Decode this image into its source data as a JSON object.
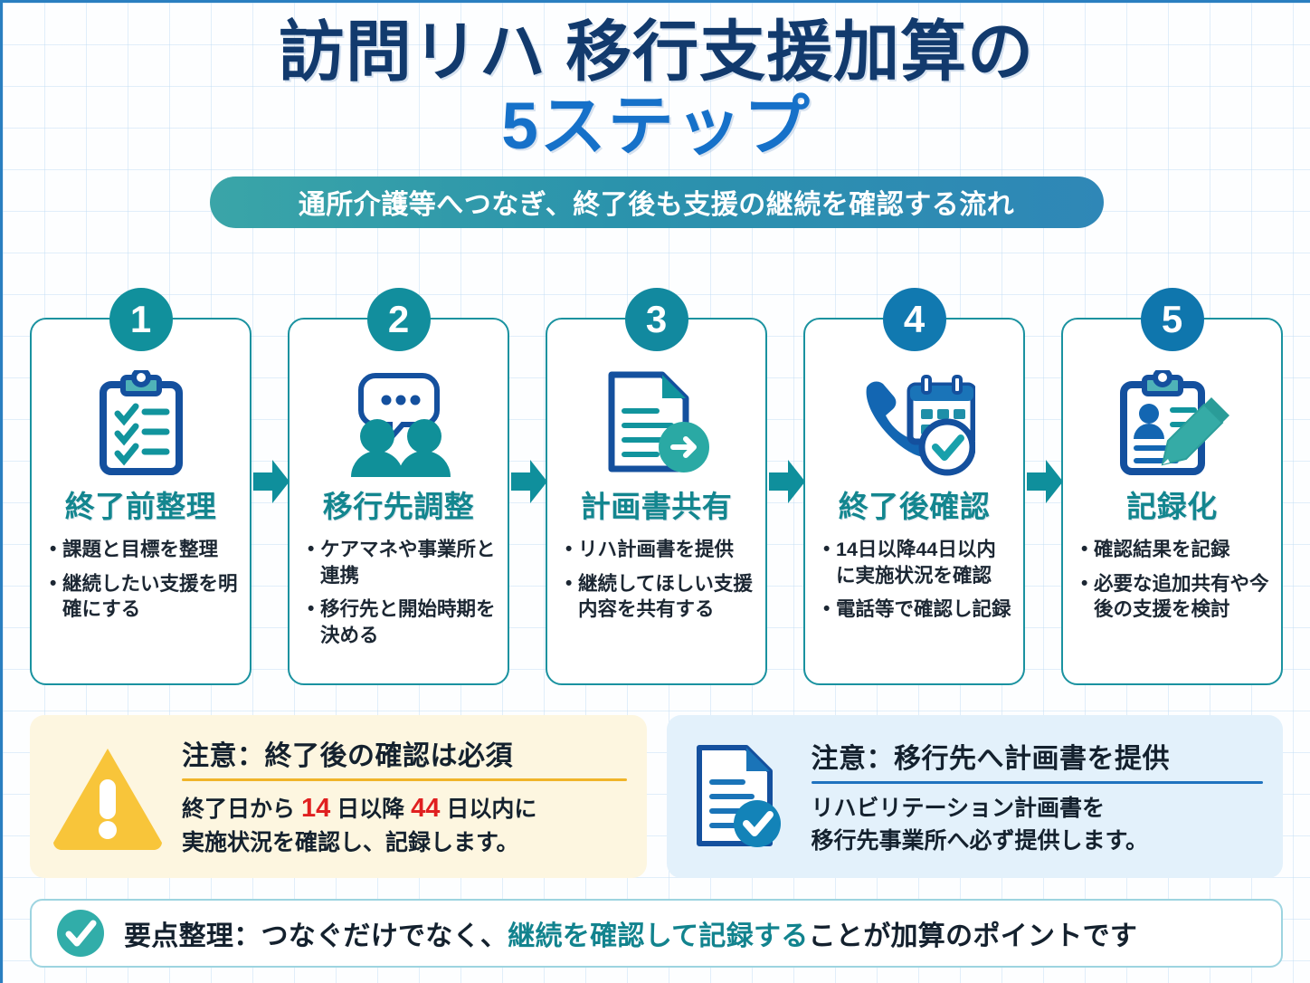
{
  "title": {
    "line1": "訪問リハ 移行支援加算の",
    "line2": "5ステップ",
    "subtitle": "通所介護等へつなぎ、終了後も支援の継続を確認する流れ"
  },
  "steps": [
    {
      "number": "1",
      "badge_color": "#11909c",
      "icon": "clipboard-checklist-icon",
      "title": "終了前整理",
      "bullets": [
        "課題と目標を整理",
        "継続したい支援を明確にする"
      ]
    },
    {
      "number": "2",
      "badge_color": "#128e9d",
      "icon": "two-people-speech-bubble-icon",
      "title": "移行先調整",
      "bullets": [
        "ケアマネや事業所と連携",
        "移行先と開始時期を決める"
      ]
    },
    {
      "number": "3",
      "badge_color": "#12899f",
      "icon": "document-arrow-icon",
      "title": "計画書共有",
      "bullets": [
        "リハ計画書を提供",
        "継続してほしい支援内容を共有する"
      ]
    },
    {
      "number": "4",
      "badge_color": "#1179b0",
      "icon": "phone-calendar-check-icon",
      "title": "終了後確認",
      "bullets": [
        "14日以降44日以内に実施状況を確認",
        "電話等で確認し記録"
      ]
    },
    {
      "number": "5",
      "badge_color": "#0f76ad",
      "icon": "clipboard-person-pencil-icon",
      "title": "記録化",
      "bullets": [
        "確認結果を記録",
        "必要な追加共有や今後の支援を検討"
      ]
    }
  ],
  "notes": [
    {
      "icon": "warning-triangle-icon",
      "title": "注意：終了後の確認は必須",
      "text_parts": [
        {
          "text": "終了日から ",
          "highlight": false
        },
        {
          "text": "14",
          "highlight": true
        },
        {
          "text": " 日以降 ",
          "highlight": false
        },
        {
          "text": "44",
          "highlight": true
        },
        {
          "text": " 日以内に",
          "highlight": false
        }
      ],
      "text_line2": "実施状況を確認し、記録します。"
    },
    {
      "icon": "document-check-icon",
      "title": "注意：移行先へ計画書を提供",
      "text_line1": "リハビリテーション計画書を",
      "text_line2": "移行先事業所へ必ず提供します。"
    }
  ],
  "footer": {
    "icon": "check-circle-icon",
    "part1": "要点整理：つなぐだけでなく、",
    "highlight": "継続を確認して記録する",
    "part2": "ことが加算のポイントです"
  },
  "colors": {
    "title_navy": "#123a6d",
    "title_blue": "#1671c9",
    "teal": "#13868f",
    "arrow_teal": "#0f8f9c",
    "warning_yellow": "#f8c53a",
    "alert_red": "#e02020",
    "info_blue": "#1f72bf"
  }
}
